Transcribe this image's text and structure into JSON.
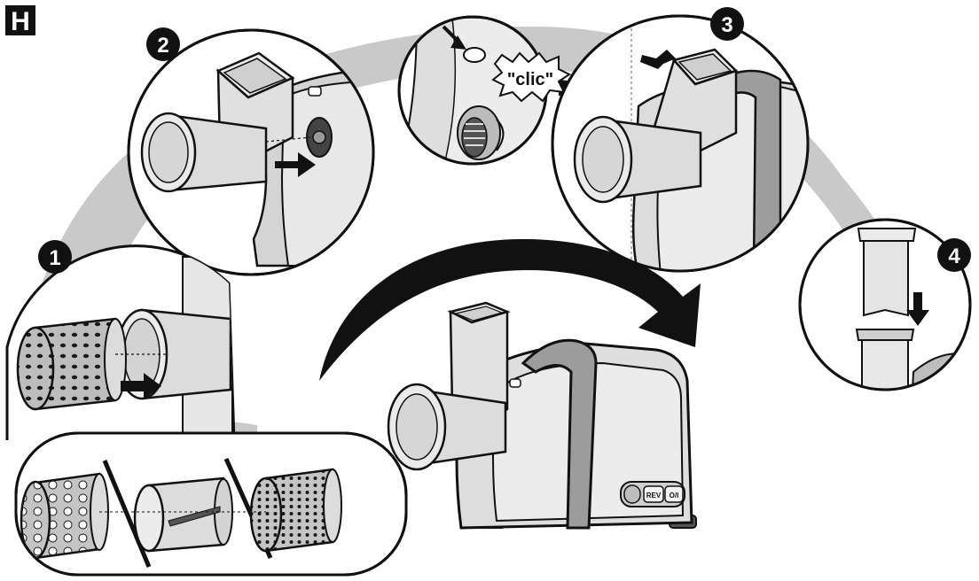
{
  "section_label": "H",
  "steps": [
    {
      "number": "1"
    },
    {
      "number": "2"
    },
    {
      "number": "3",
      "sound_text": "\"clic\""
    },
    {
      "number": "4"
    }
  ],
  "machine": {
    "button_reverse": "REV",
    "button_power": "O/I"
  },
  "colors": {
    "line": "#111111",
    "arc_gray": "#c7c7c7",
    "body_light": "#e6e6e6",
    "body_mid": "#cfcfcf",
    "body_dark": "#a9a9a9"
  }
}
